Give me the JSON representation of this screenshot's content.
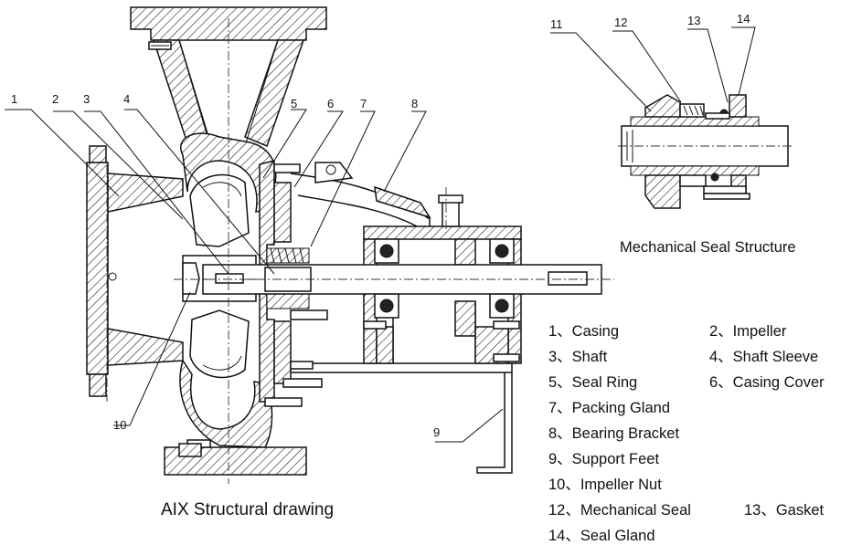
{
  "callouts": [
    "1",
    "2",
    "3",
    "4",
    "5",
    "6",
    "7",
    "8",
    "9",
    "10",
    "11",
    "12",
    "13",
    "14"
  ],
  "captions": {
    "main": "AIX Structural drawing",
    "seal": "Mechanical Seal Structure"
  },
  "legend": [
    "1、Casing",
    "2、Impeller",
    "3、Shaft",
    "4、Shaft Sleeve",
    "5、Seal Ring",
    "6、Casing Cover",
    "7、Packing Gland",
    "8、Bearing Bracket",
    "9、Support Feet",
    "10、Impeller Nut",
    "12、Mechanical Seal",
    "13、Gasket",
    "14、Seal Gland"
  ]
}
